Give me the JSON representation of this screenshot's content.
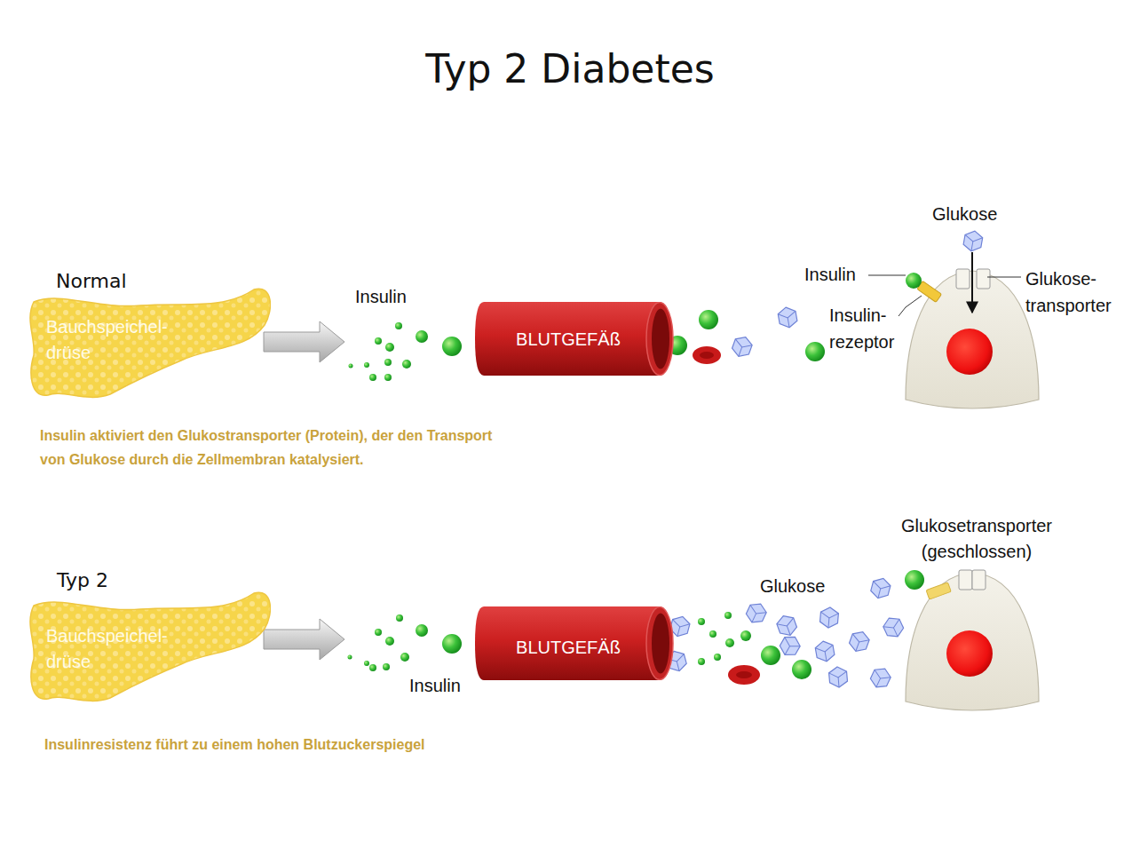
{
  "diagram": {
    "title": "Typ 2 Diabetes",
    "nodes": [
      {
        "text": [
          "Bauchspeichel- drüse"
        ]
      },
      {
        "text": [
          "BLUTGEFÄß"
        ]
      },
      {
        "text": [
          "Bauchspeichel- drüse"
        ]
      },
      {
        "text": [
          "BLUTGEFÄß"
        ]
      }
    ],
    "labels": [
      "Normal",
      "Insulin",
      "Glukose",
      "Insulin",
      "Insulin- rezeptor",
      "Glukose- transporter",
      "Insulin aktiviert den Glukostransporter (Protein), der den Transport von Glukose durch die Zellmembran katalysiert.",
      "Typ 2",
      "Glukosetransporter (geschlossen)",
      "Glukose",
      "Insulin",
      "Insulinresistenz führt zu einem hohen Blutzuckerspiegel"
    ]
  }
}
